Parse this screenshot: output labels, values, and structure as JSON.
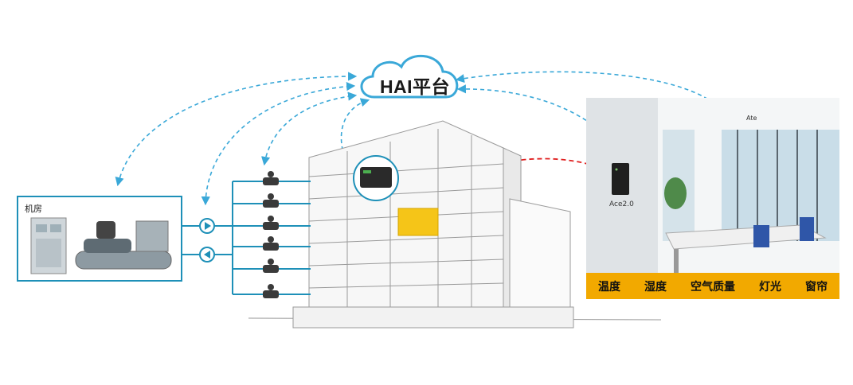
{
  "platform": {
    "label": "HAI平台"
  },
  "machine_room": {
    "label": "机房"
  },
  "office": {
    "panel_label": "Ace2.0",
    "sensor_label": "Ate",
    "features": [
      "温度",
      "湿度",
      "空气质量",
      "灯光",
      "窗帘"
    ]
  },
  "colors": {
    "blue_link": "#3aa8d8",
    "red_link": "#e02020",
    "accent": "#f2a900",
    "frame": "#1e90b8"
  }
}
